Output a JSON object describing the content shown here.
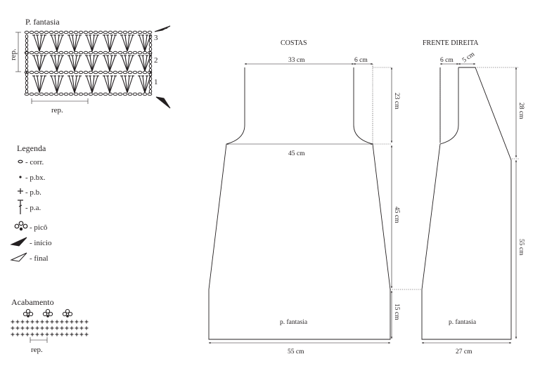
{
  "stitch_chart": {
    "title": "P. fantasia",
    "rep_vertical": "rep.",
    "rep_horizontal": "rep.",
    "row_numbers": [
      "3",
      "2",
      "1"
    ]
  },
  "legend": {
    "title": "Legenda",
    "items": [
      {
        "symbol": "chain-stitch-icon",
        "label": "- corr."
      },
      {
        "symbol": "slip-stitch-icon",
        "label": "- p.bx."
      },
      {
        "symbol": "single-crochet-icon",
        "label": "- p.b."
      },
      {
        "symbol": "double-crochet-icon",
        "label": "- p.a."
      },
      {
        "symbol": "picot-icon",
        "label": "- picô"
      },
      {
        "symbol": "start-arrow-icon",
        "label": "- início"
      },
      {
        "symbol": "end-arrow-icon",
        "label": "- final"
      }
    ]
  },
  "finishing": {
    "title": "Acabamento",
    "rep": "rep."
  },
  "pattern": {
    "back": {
      "title": "COSTAS",
      "dim_top_width": "33 cm",
      "dim_shoulder": "6 cm",
      "dim_armhole_height": "23 cm",
      "dim_chest_width": "45 cm",
      "dim_body_height": "45 cm",
      "dim_border_height": "15 cm",
      "dim_bottom_width": "55 cm",
      "stitch_label": "p. fantasia"
    },
    "front": {
      "title": "FRENTE DIREITA",
      "dim_shoulder": "6 cm",
      "dim_neck": "5 cm",
      "dim_upper_height": "28 cm",
      "dim_lower_height": "55 cm",
      "dim_bottom_width": "27 cm",
      "stitch_label": "p. fantasia"
    }
  }
}
